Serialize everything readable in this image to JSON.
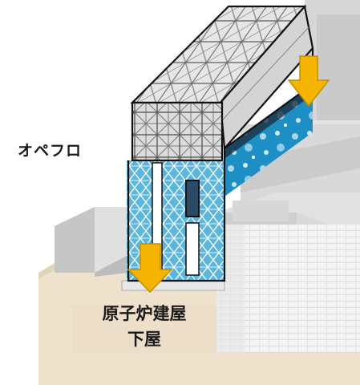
{
  "labels": {
    "operating_floor": "オペフロ",
    "reactor_building_line1": "原子炉建屋",
    "reactor_building_line2": "下屋"
  },
  "colors": {
    "ground": "#eedfc8",
    "base_front": "#eae3d8",
    "concrete_light": "#e4e4e4",
    "concrete_mid": "#cfcfcf",
    "concrete_dark": "#b8b8b8",
    "steel_frame": "#d9d9d9",
    "truss_grid": "#6e6e6e",
    "panel_blue": "#2e9ac9",
    "outline": "#111111",
    "arrow_fill": "#f5b400",
    "arrow_stroke": "#c78c00",
    "turbine_panel": "#efefef"
  },
  "icons": [
    "down-arrow-icon",
    "down-arrow-icon"
  ]
}
